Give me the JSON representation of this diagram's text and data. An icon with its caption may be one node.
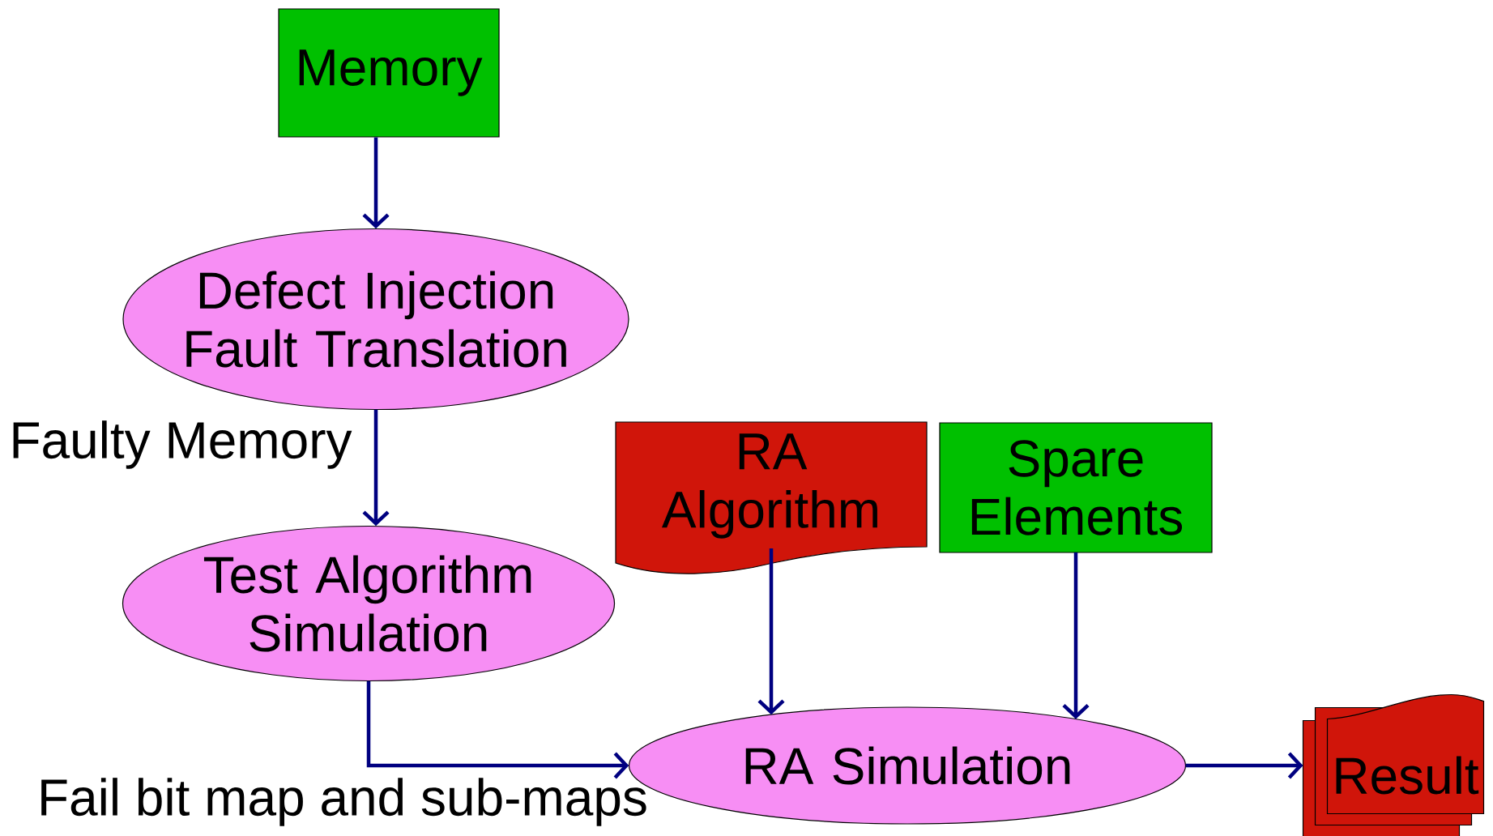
{
  "diagram": {
    "nodes": [
      {
        "text": [
          "Memory"
        ]
      },
      {
        "text": [
          "Defect Injection Fault Translation"
        ]
      },
      {
        "text": [
          "Test Algorithm Simulation"
        ]
      },
      {
        "text": [
          "RA Algorithm"
        ]
      },
      {
        "text": [
          "Spare Elements"
        ]
      },
      {
        "text": [
          "RA Simulation"
        ]
      },
      {
        "text": [
          "Result"
        ]
      }
    ],
    "edges": [
      {
        "from": 0,
        "to": 1,
        "arrow": "to"
      },
      {
        "from": 1,
        "to": 2,
        "arrow": "to",
        "label": "Faulty Memory"
      },
      {
        "from": 2,
        "to": 5,
        "arrow": "to",
        "label": "Fail bit map and sub-maps"
      },
      {
        "from": 3,
        "to": 5,
        "arrow": "to"
      },
      {
        "from": 4,
        "to": 5,
        "arrow": "to"
      },
      {
        "from": 5,
        "to": 6,
        "arrow": "to"
      }
    ]
  }
}
